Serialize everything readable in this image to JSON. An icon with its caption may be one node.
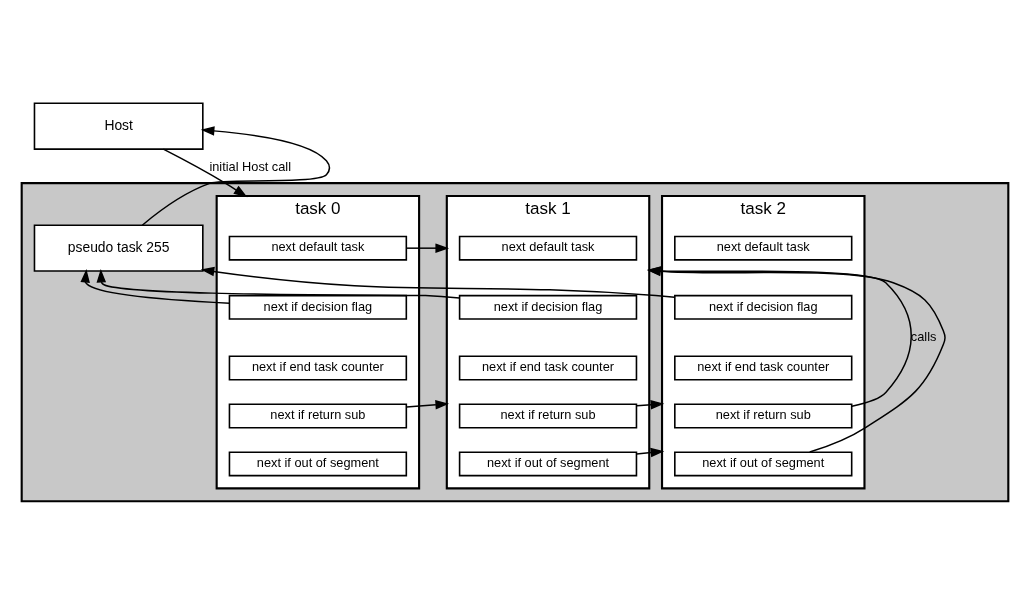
{
  "diagram": {
    "nodes": [
      {
        "text": [
          "Host"
        ]
      },
      {
        "text": [],
        "shape": "box"
      },
      {
        "text": [
          "pseudo task 255"
        ],
        "in": 1
      },
      {
        "text": [
          "task 0"
        ],
        "in": 1
      },
      {
        "text": [
          "next default task"
        ],
        "in": 3
      },
      {
        "text": [
          "next if decision flag"
        ],
        "in": 3
      },
      {
        "text": [
          "next if end task counter"
        ],
        "in": 3
      },
      {
        "text": [
          "next if return sub"
        ],
        "in": 3
      },
      {
        "text": [
          "next if out of segment"
        ],
        "in": 3
      },
      {
        "text": [
          "task 1"
        ],
        "in": 1
      },
      {
        "text": [
          "next default task"
        ],
        "in": 9
      },
      {
        "text": [
          "next if decision flag"
        ],
        "in": 9
      },
      {
        "text": [
          "next if end task counter"
        ],
        "in": 9
      },
      {
        "text": [
          "next if return sub"
        ],
        "in": 9
      },
      {
        "text": [
          "next if out of segment"
        ],
        "in": 9
      },
      {
        "text": [
          "task 2"
        ],
        "in": 1
      },
      {
        "text": [
          "next default task"
        ],
        "in": 15
      },
      {
        "text": [
          "next if decision flag"
        ],
        "in": 15
      },
      {
        "text": [
          "next if end task counter"
        ],
        "in": 15
      },
      {
        "text": [
          "next if return sub"
        ],
        "in": 15
      },
      {
        "text": [
          "next if out of segment"
        ],
        "in": 15
      }
    ],
    "edges": [
      {
        "from": 0,
        "to": 3,
        "arrow": "to",
        "label": "initial Host call"
      },
      {
        "from": 4,
        "to": 9,
        "arrow": "to"
      },
      {
        "from": 5,
        "to": 2,
        "arrow": "to"
      },
      {
        "from": 7,
        "to": 9,
        "arrow": "to"
      },
      {
        "from": 11,
        "to": 2,
        "arrow": "to"
      },
      {
        "from": 13,
        "to": 15,
        "arrow": "to"
      },
      {
        "from": 14,
        "to": 15,
        "arrow": "to"
      },
      {
        "from": 17,
        "to": 2,
        "arrow": "to"
      },
      {
        "from": 19,
        "to": 9,
        "arrow": "to",
        "label": "calls"
      },
      {
        "from": 20,
        "to": 9,
        "arrow": "to"
      },
      {
        "from": 2,
        "to": 0,
        "arrow": "to"
      }
    ]
  }
}
